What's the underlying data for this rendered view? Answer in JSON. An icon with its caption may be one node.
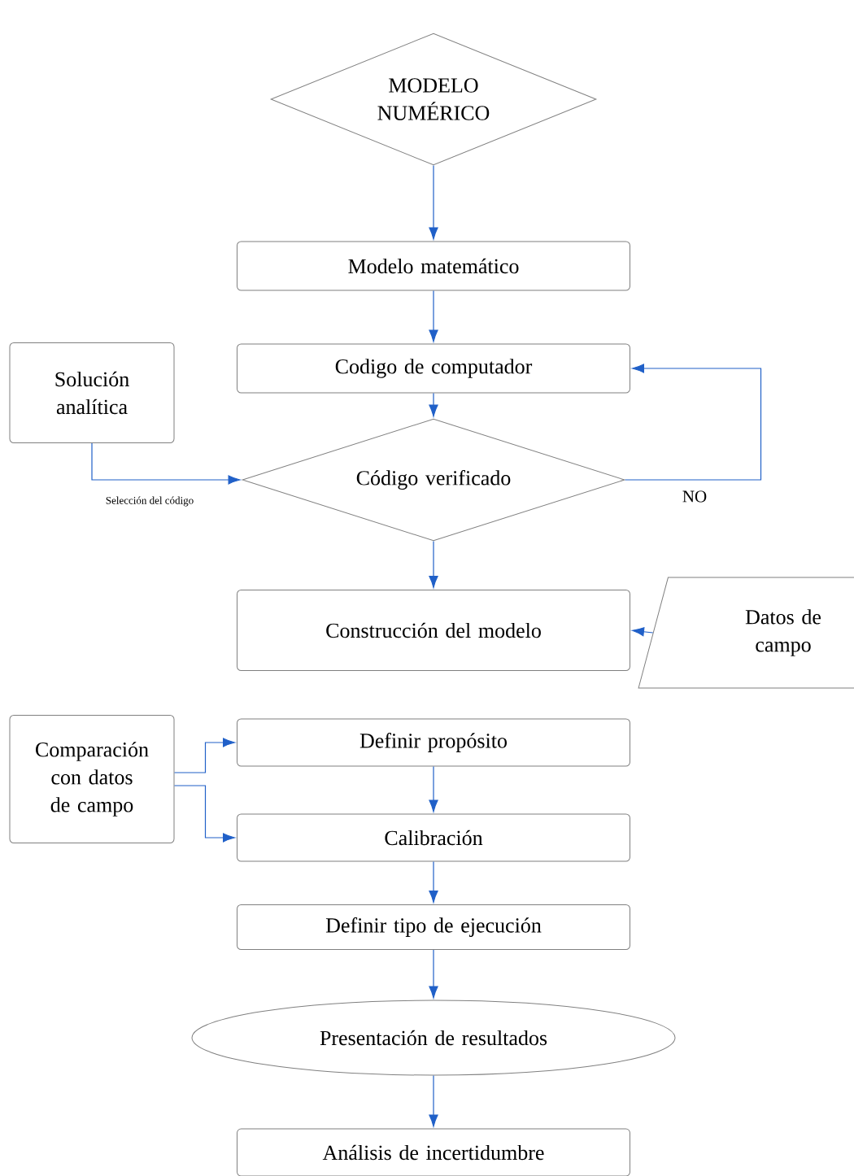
{
  "diagram": {
    "nodes": [
      {
        "text": [
          "MODELO NUMÉRICO"
        ]
      },
      {
        "text": [
          "Modelo matemático"
        ]
      },
      {
        "text": [
          "Codigo de computador"
        ]
      },
      {
        "text": [
          "Solución analítica"
        ]
      },
      {
        "text": [
          "Código verificado"
        ]
      },
      {
        "text": [
          "Construcción del modelo"
        ]
      },
      {
        "text": [
          "Datos de campo"
        ]
      },
      {
        "text": [
          "Comparación con datos de campo"
        ]
      },
      {
        "text": [
          "Definir propósito"
        ]
      },
      {
        "text": [
          "Calibración"
        ]
      },
      {
        "text": [
          "Definir tipo de ejecución"
        ]
      },
      {
        "text": [
          "Presentación de resultados"
        ]
      },
      {
        "text": [
          "Análisis de incertidumbre"
        ]
      }
    ],
    "edges": [
      {
        "from": 0,
        "to": 1,
        "arrow": "to"
      },
      {
        "from": 1,
        "to": 2,
        "arrow": "to"
      },
      {
        "from": 2,
        "to": 4,
        "arrow": "to"
      },
      {
        "from": 3,
        "to": 4,
        "arrow": "to",
        "label": "Selección del código"
      },
      {
        "from": 4,
        "to": 2,
        "arrow": "to",
        "label": "NO"
      },
      {
        "from": 4,
        "to": 5,
        "arrow": "to"
      },
      {
        "from": 6,
        "to": 5,
        "arrow": "to"
      },
      {
        "from": 7,
        "to": 8,
        "arrow": "to"
      },
      {
        "from": 7,
        "to": 9,
        "arrow": "to"
      },
      {
        "from": 8,
        "to": 9,
        "arrow": "to"
      },
      {
        "from": 9,
        "to": 10,
        "arrow": "to"
      },
      {
        "from": 10,
        "to": 11,
        "arrow": "to"
      },
      {
        "from": 11,
        "to": 12,
        "arrow": "to"
      }
    ]
  }
}
